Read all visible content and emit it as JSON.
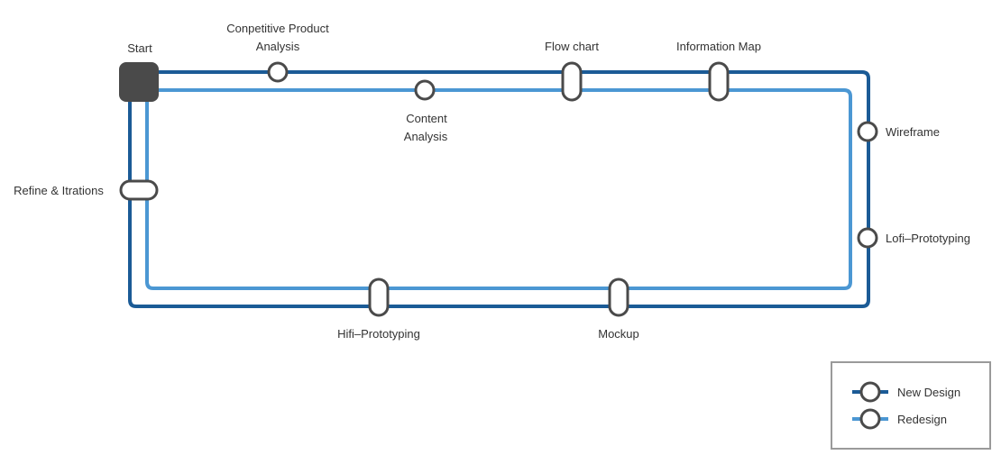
{
  "colors": {
    "new_design": "#1b5b96",
    "redesign": "#4b97d3",
    "station_stroke": "#4a4a4a",
    "start_fill": "#4a4a4a",
    "text": "#333333"
  },
  "stations": {
    "start": "Start",
    "competitive_line1": "Conpetitive Product",
    "competitive_line2": "Analysis",
    "content_line1": "Content",
    "content_line2": "Analysis",
    "flow_chart": "Flow chart",
    "information_map": "Information Map",
    "wireframe": "Wireframe",
    "lofi": "Lofi–Prototyping",
    "mockup": "Mockup",
    "hifi": "Hifi–Prototyping",
    "refine": "Refine & Itrations"
  },
  "legend": {
    "new_design": "New Design",
    "redesign": "Redesign"
  }
}
